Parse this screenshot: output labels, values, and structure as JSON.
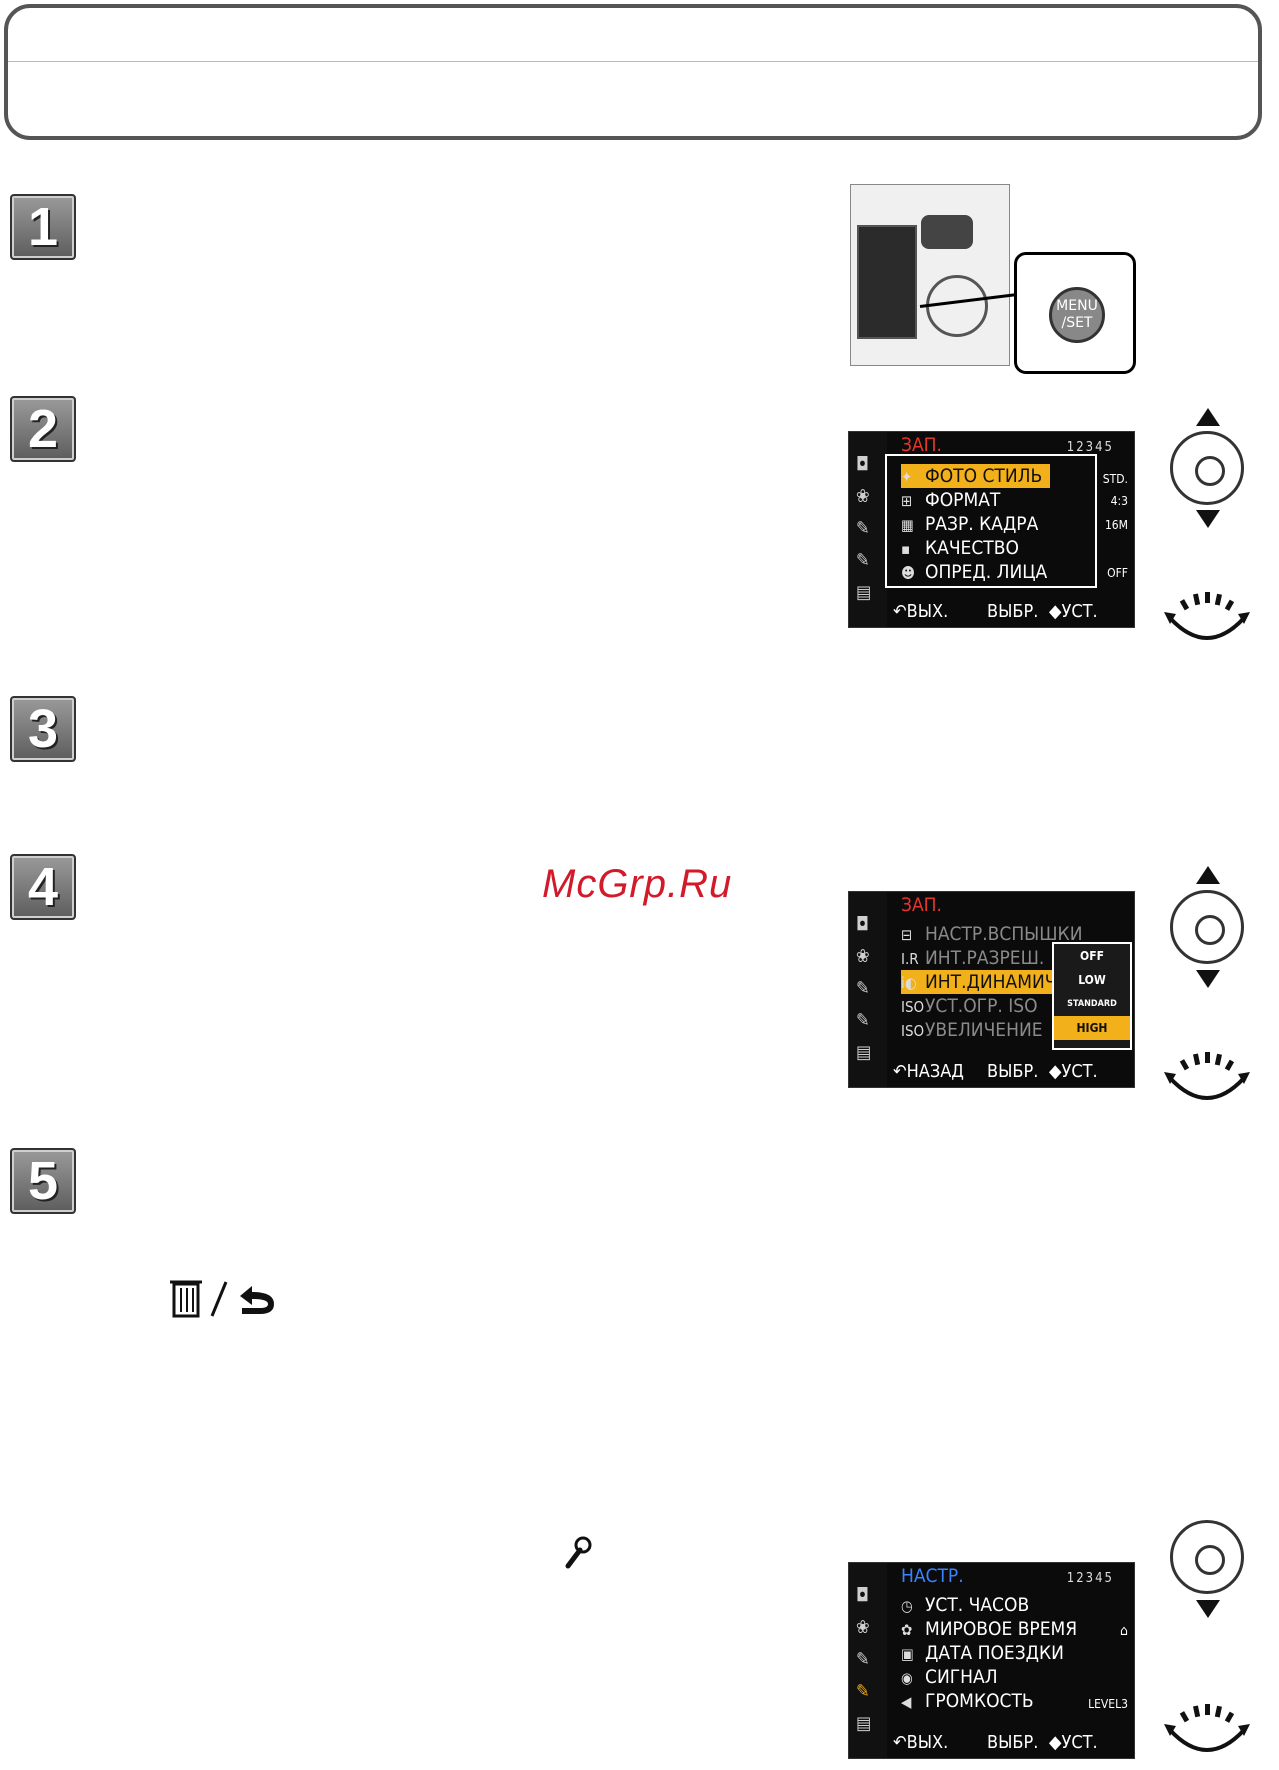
{
  "watermark": "McGrp.Ru",
  "steps": [
    "1",
    "2",
    "3",
    "4",
    "5"
  ],
  "menu_button": {
    "line1": "MENU",
    "line2": "/SET"
  },
  "screen_rec": {
    "title": "ЗАП.",
    "pages": "12345",
    "items": [
      {
        "label": "ФОТО СТИЛЬ",
        "value": "STD."
      },
      {
        "label": "ФОРМАТ",
        "value": "4:3"
      },
      {
        "label": "РАЗР. КАДРА",
        "value": "16M"
      },
      {
        "label": "КАЧЕСТВО",
        "value": ""
      },
      {
        "label": "ОПРЕД. ЛИЦА",
        "value": "OFF"
      }
    ],
    "footer": {
      "exit": "ВЫХ.",
      "select": "ВЫБР.",
      "set": "УСТ."
    }
  },
  "screen_idr": {
    "title": "ЗАП.",
    "items": [
      {
        "label": "НАСТР.ВСПЫШКИ"
      },
      {
        "label": "ИНТ.РАЗРЕШ."
      },
      {
        "label": "ИНТ.ДИНАМИЧ"
      },
      {
        "label": "УСТ.ОГР. ISO"
      },
      {
        "label": "УВЕЛИЧЕНИЕ"
      }
    ],
    "options": [
      "OFF",
      "LOW",
      "STANDARD",
      "HIGH"
    ],
    "footer": {
      "back": "НАЗАД",
      "select": "ВЫБР.",
      "set": "УСТ."
    }
  },
  "screen_setup": {
    "title": "НАСТР.",
    "pages": "12345",
    "items": [
      {
        "label": "УСТ. ЧАСОВ",
        "value": ""
      },
      {
        "label": "МИРОВОЕ ВРЕМЯ",
        "value": ""
      },
      {
        "label": "ДАТА ПОЕЗДКИ",
        "value": ""
      },
      {
        "label": "СИГНАЛ",
        "value": ""
      },
      {
        "label": "ГРОМКОСТЬ",
        "value": "LEVEL3"
      }
    ],
    "footer": {
      "exit": "ВЫХ.",
      "select": "ВЫБР.",
      "set": "УСТ."
    }
  }
}
